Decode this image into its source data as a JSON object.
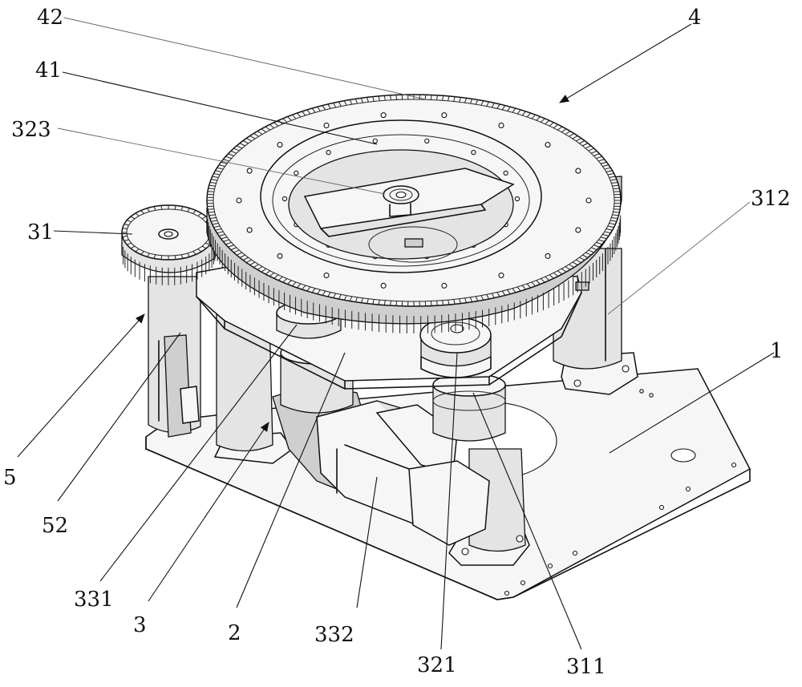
{
  "labels": {
    "l42": "42",
    "l4": "4",
    "l41": "41",
    "l323": "323",
    "l312": "312",
    "l31": "31",
    "l1": "1",
    "l5": "5",
    "l52": "52",
    "l331": "331",
    "l3": "3",
    "l2": "2",
    "l332": "332",
    "l321": "321",
    "l311": "311"
  }
}
